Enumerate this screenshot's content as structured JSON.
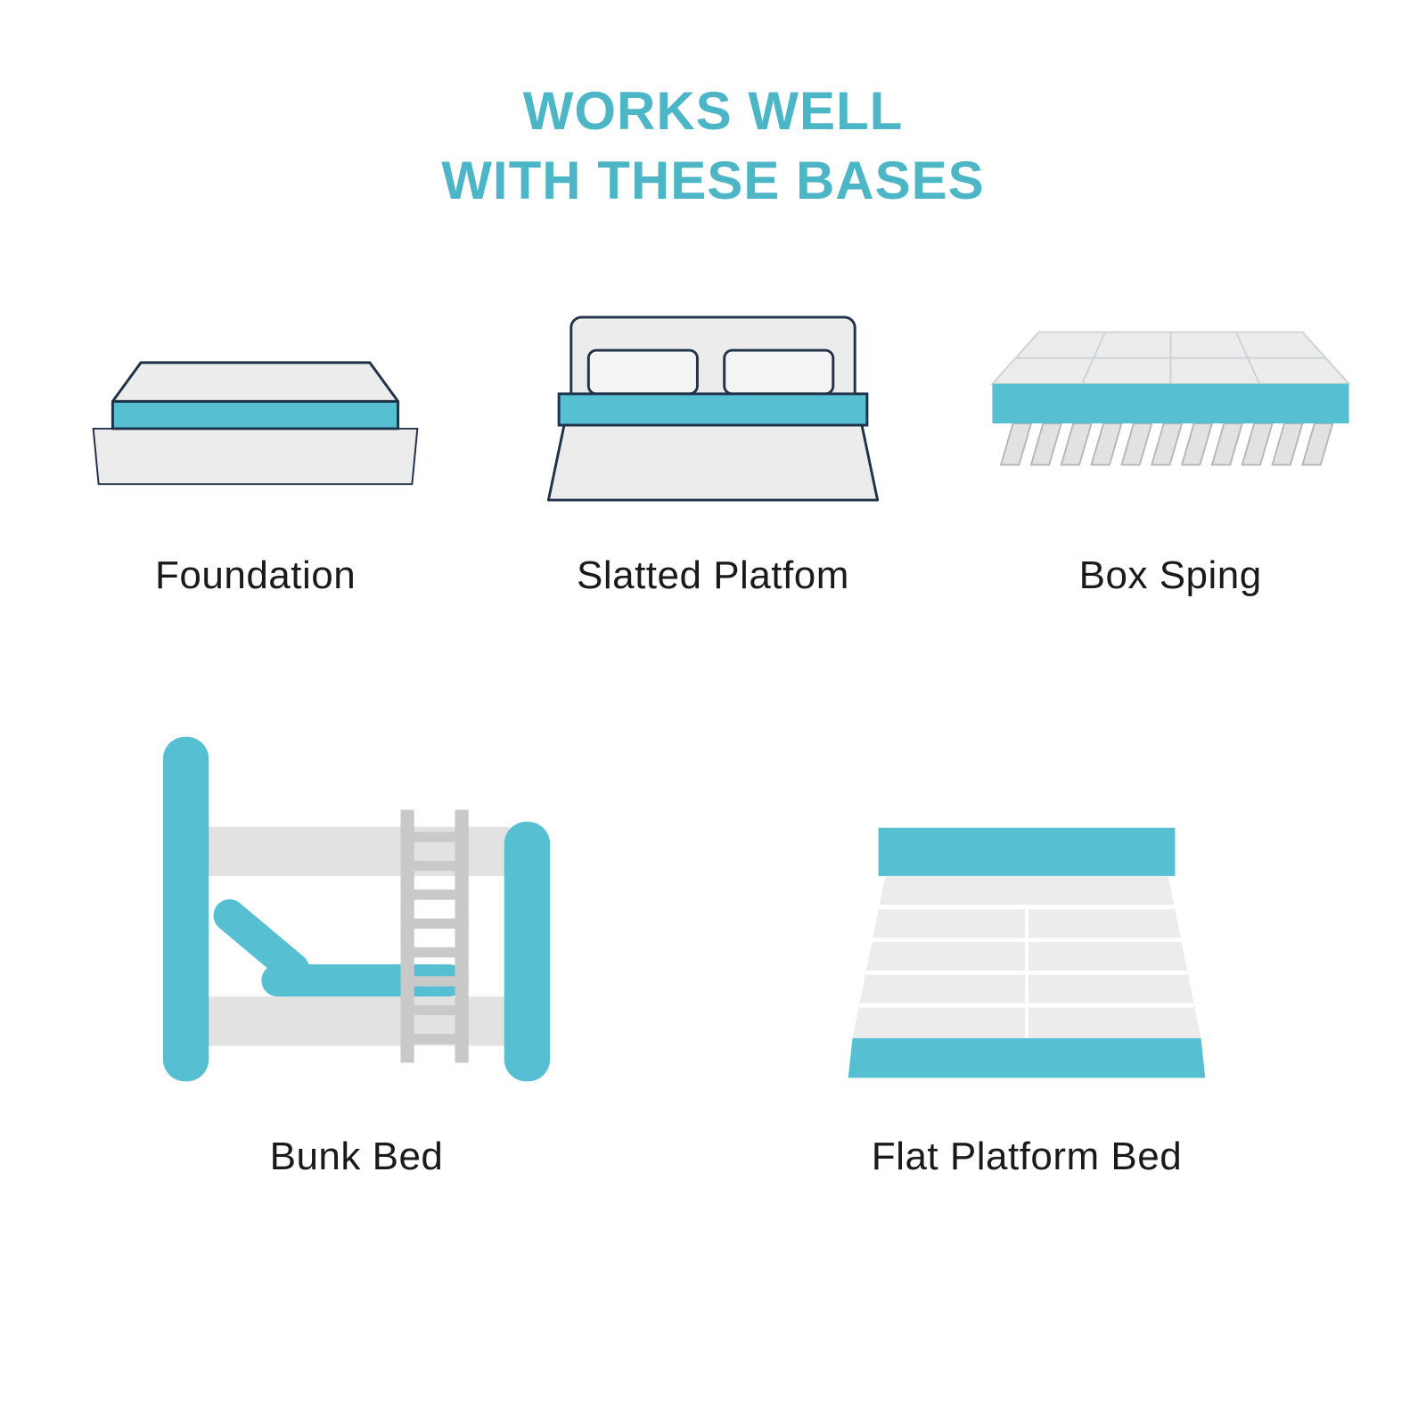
{
  "title": {
    "line1": "WORKS WELL",
    "line2": "WITH THESE BASES"
  },
  "colors": {
    "background": "#ffffff",
    "title_teal": "#4cb6c6",
    "teal": "#56c0d2",
    "outline": "#20324a",
    "gray_light": "#ececec",
    "gray_mid": "#e2e2e2",
    "gray_dark": "#c9c9c9",
    "fringe_line": "#b4b8bb",
    "grid_line": "#cfd2d4",
    "label": "#1a1a1a"
  },
  "items": [
    {
      "id": "foundation",
      "label": "Foundation",
      "icon": "foundation-mattress-icon"
    },
    {
      "id": "slatted-platform",
      "label": "Slatted Platfom",
      "icon": "slatted-platform-bed-icon"
    },
    {
      "id": "box-spring",
      "label": "Box Sping",
      "icon": "box-spring-icon"
    },
    {
      "id": "bunk-bed",
      "label": "Bunk Bed",
      "icon": "bunk-bed-icon"
    },
    {
      "id": "flat-platform-bed",
      "label": "Flat Platform Bed",
      "icon": "flat-platform-bed-icon"
    }
  ]
}
